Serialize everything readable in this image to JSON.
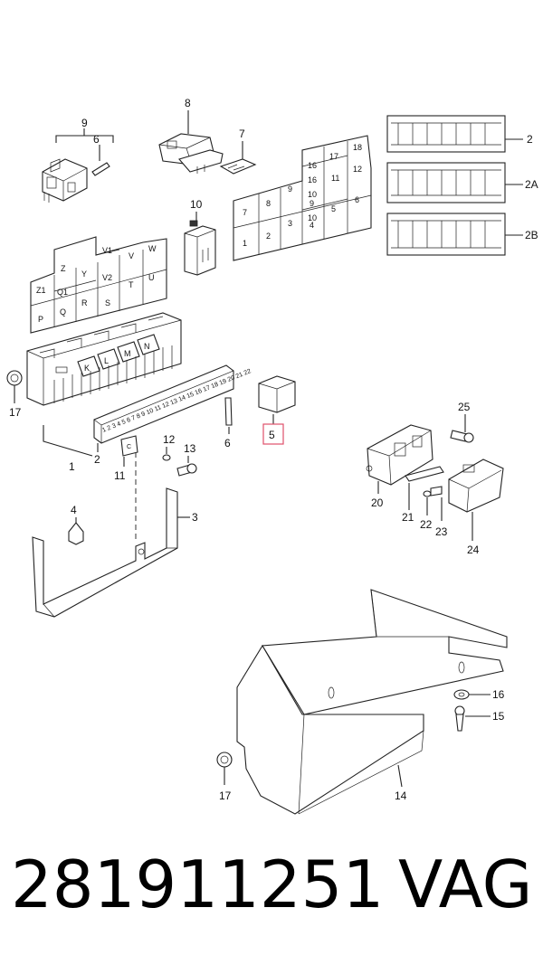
{
  "highlight_color": "#e0506a",
  "parts": {
    "p1": "1",
    "p2": "2",
    "p2a": "2A",
    "p2b": "2B",
    "p3": "3",
    "p4": "4",
    "p5": "5",
    "p6a": "6",
    "p6b": "6",
    "p7": "7",
    "p8": "8",
    "p9": "9",
    "p10": "10",
    "p11": "11",
    "p12": "12",
    "p13": "13",
    "p14": "14",
    "p15": "15",
    "p16": "16",
    "p17a": "17",
    "p17b": "17",
    "p20": "20",
    "p21": "21",
    "p22": "22",
    "p23": "23",
    "p24": "24",
    "p25": "25"
  },
  "relay_grid_right": [
    "1",
    "2",
    "3",
    "4",
    "5",
    "6",
    "7",
    "8",
    "9",
    "9",
    "10",
    "10",
    "11",
    "12",
    "16",
    "16",
    "17",
    "18"
  ],
  "relay_grid_left": [
    "Z1",
    "Q1",
    "P",
    "Q",
    "R",
    "S",
    "Z",
    "Y",
    "V1",
    "V2",
    "V",
    "W",
    "T",
    "U"
  ],
  "fuse_block_letters": [
    "K",
    "L",
    "M",
    "N"
  ],
  "fuse_strip_numbers": [
    "1",
    "2",
    "3",
    "4",
    "5",
    "6",
    "7",
    "8",
    "9",
    "10",
    "11",
    "12",
    "13",
    "14",
    "15",
    "16",
    "17",
    "18",
    "19",
    "20",
    "21",
    "22"
  ],
  "footer": {
    "part_number": "281911251",
    "brand": "VAG"
  }
}
